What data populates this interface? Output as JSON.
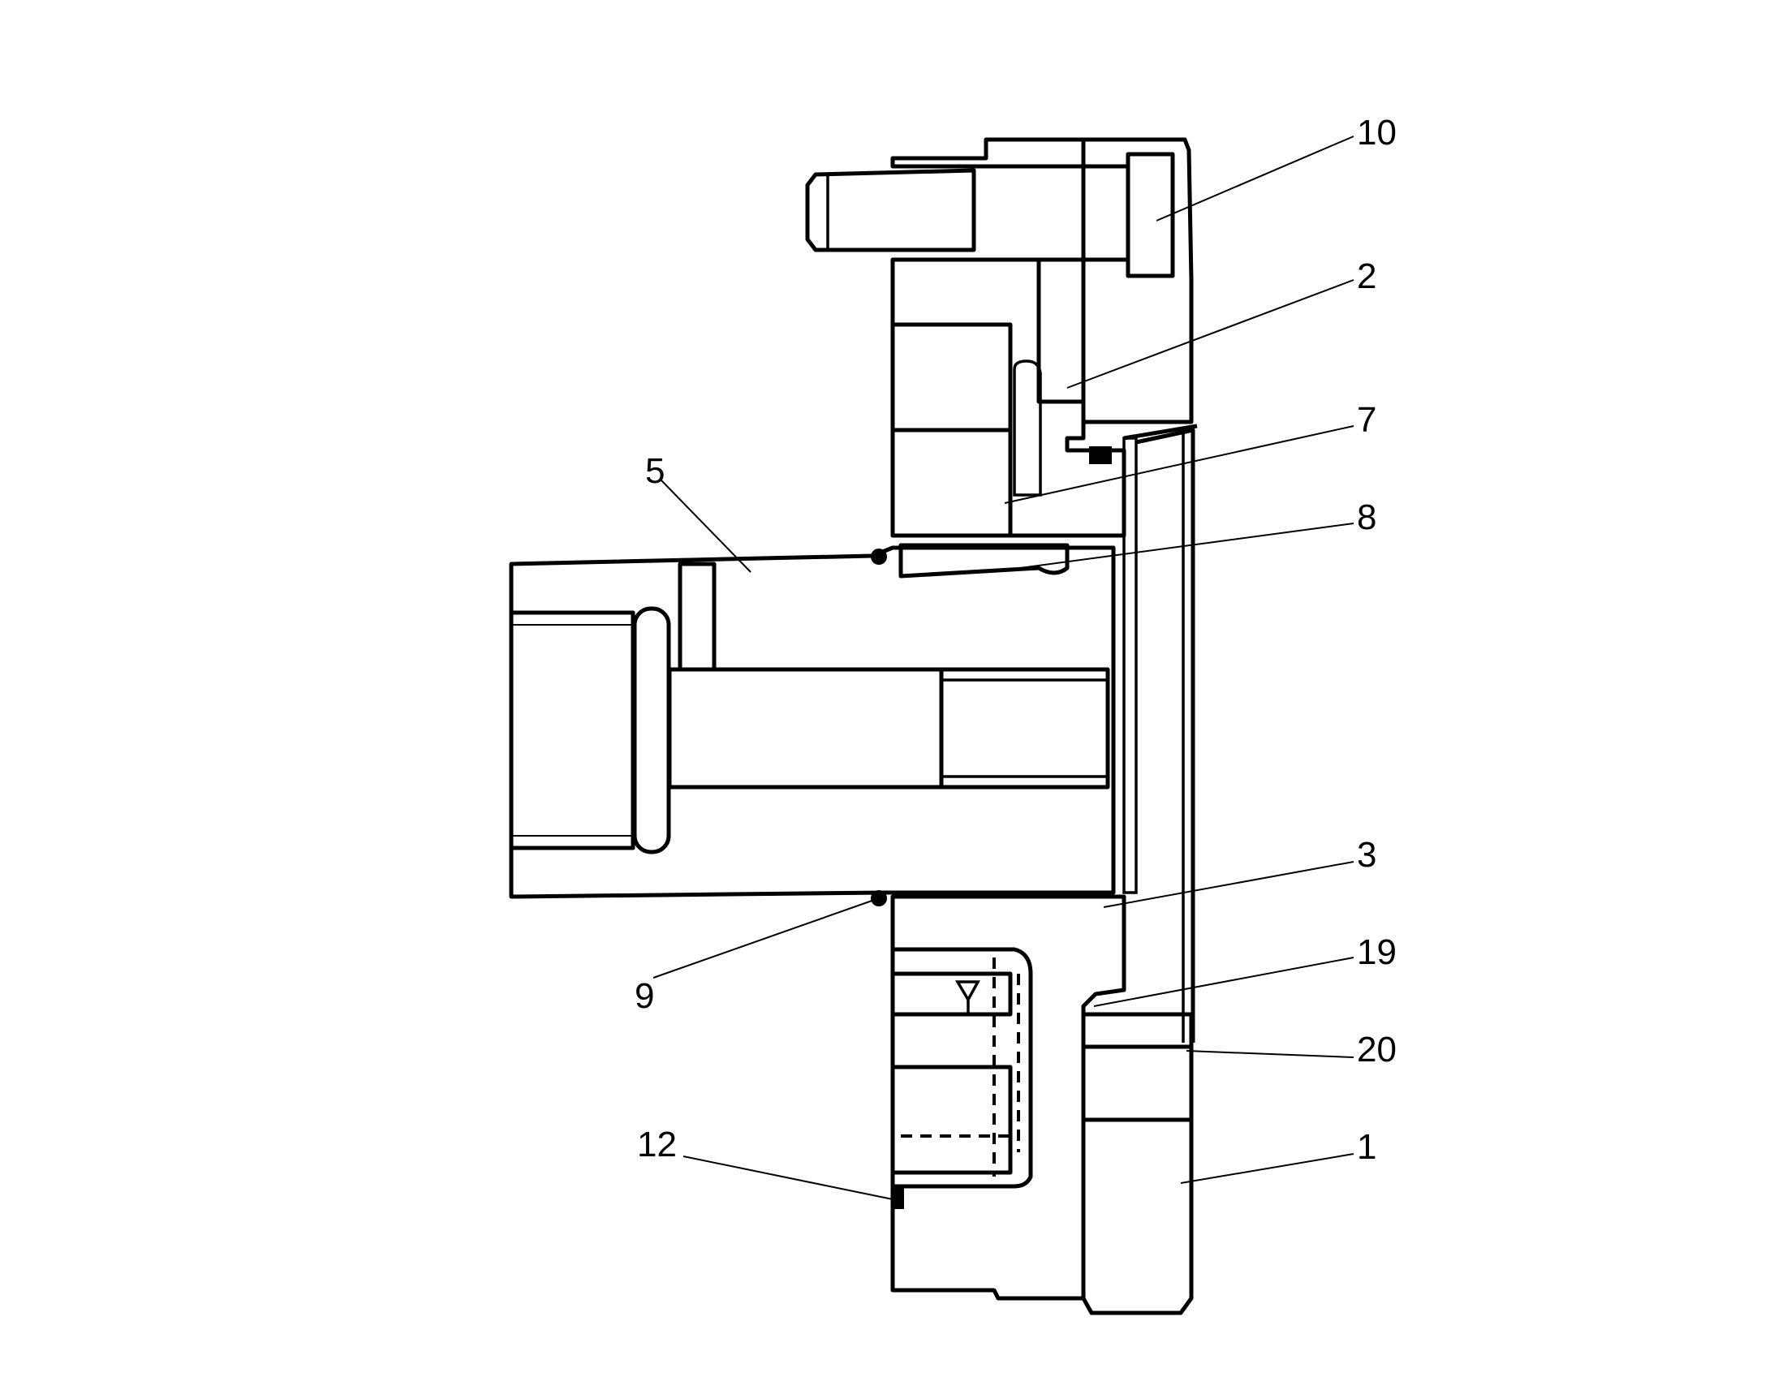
{
  "diagram": {
    "labels": [
      {
        "id": "10",
        "text": "10"
      },
      {
        "id": "2",
        "text": "2"
      },
      {
        "id": "7",
        "text": "7"
      },
      {
        "id": "5",
        "text": "5"
      },
      {
        "id": "8",
        "text": "8"
      },
      {
        "id": "3",
        "text": "3"
      },
      {
        "id": "9",
        "text": "9"
      },
      {
        "id": "19",
        "text": "19"
      },
      {
        "id": "20",
        "text": "20"
      },
      {
        "id": "12",
        "text": "12"
      },
      {
        "id": "1",
        "text": "1"
      }
    ]
  }
}
